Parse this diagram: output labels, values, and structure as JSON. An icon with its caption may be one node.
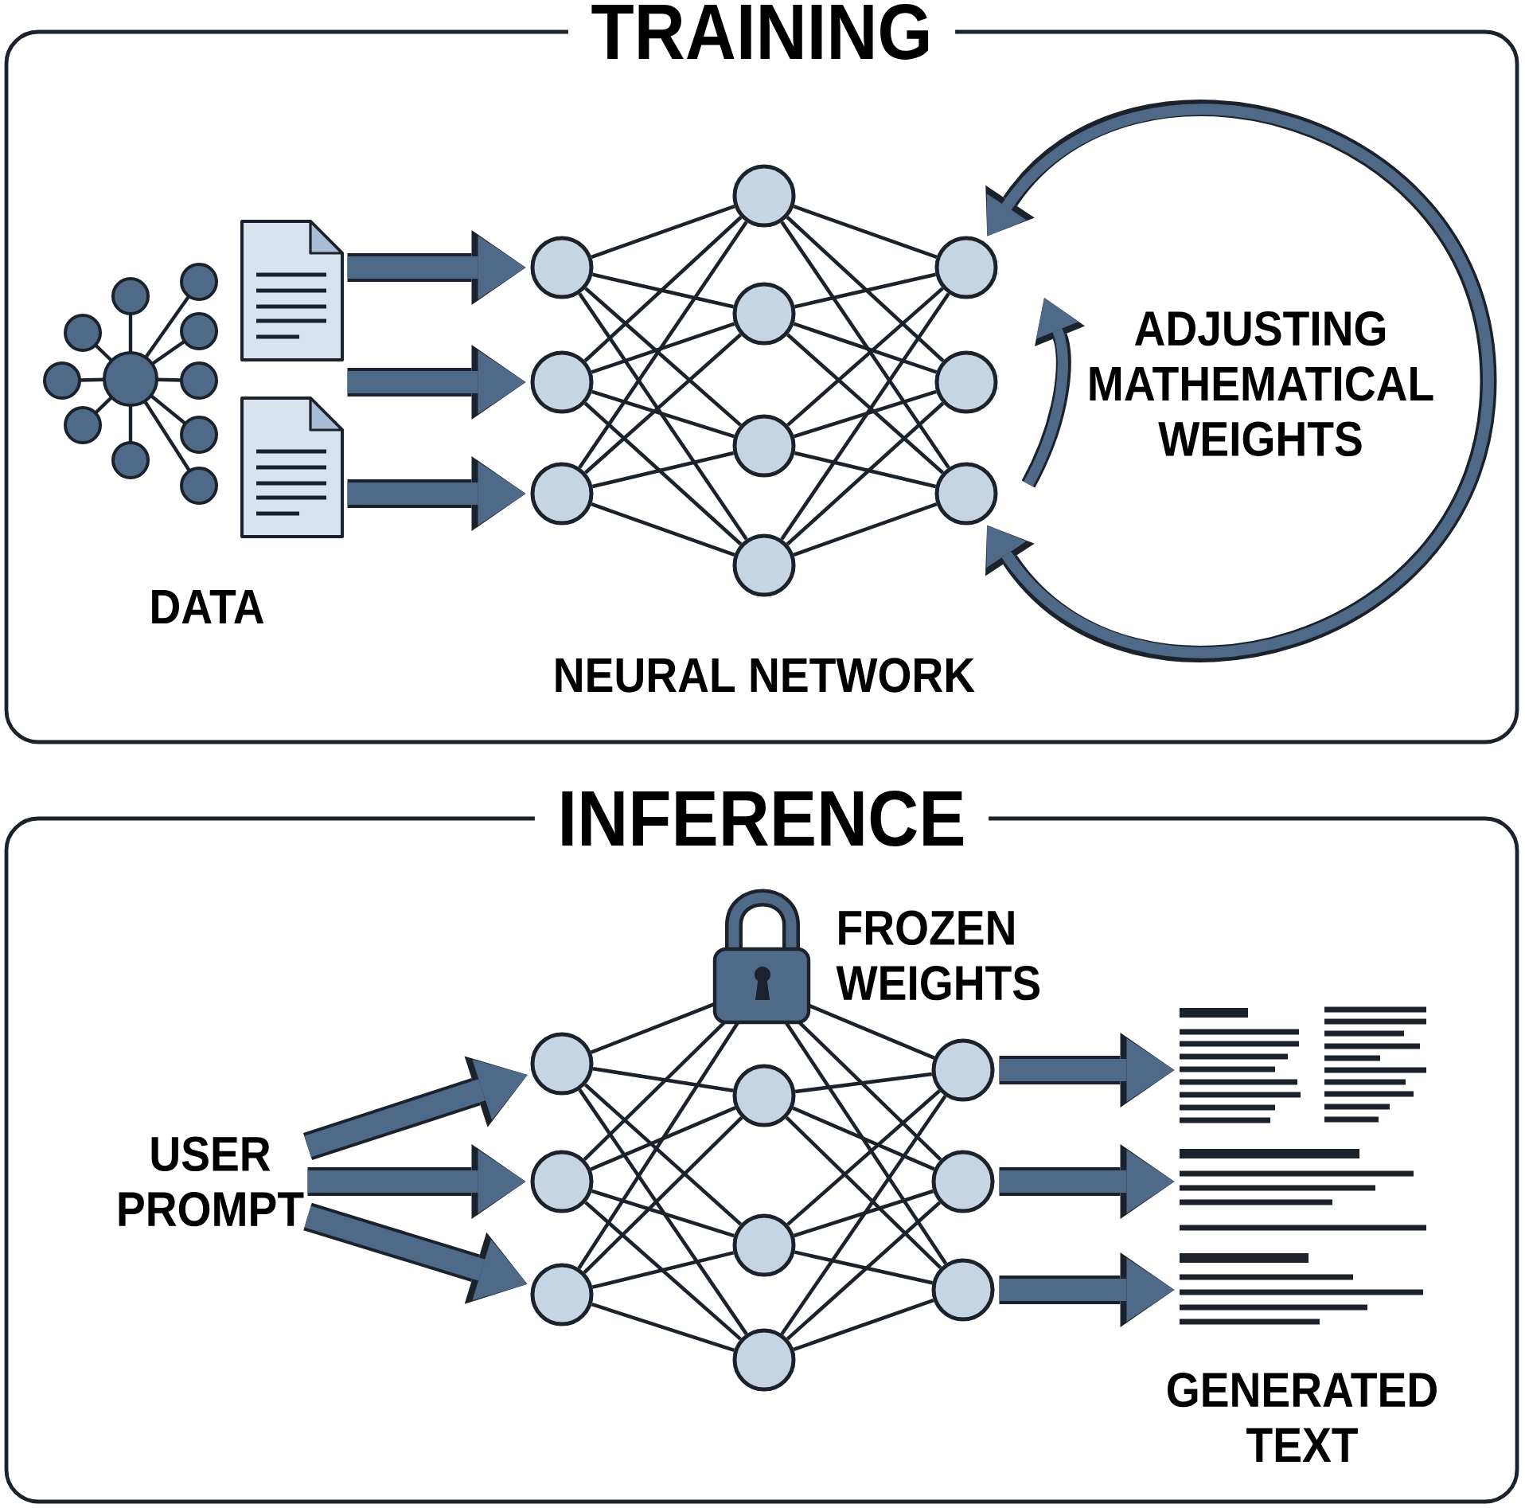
{
  "diagram": {
    "nodes": [
      {
        "text": [
          "TRAINING"
        ]
      },
      {
        "text": [
          "DATA"
        ],
        "in": 0
      },
      {
        "text": [],
        "shape": "circle",
        "in": 0
      },
      {
        "text": [],
        "shape": "circle",
        "in": 0
      },
      {
        "text": [],
        "shape": "circle",
        "in": 0
      },
      {
        "text": [],
        "shape": "circle",
        "in": 0
      },
      {
        "text": [],
        "shape": "circle",
        "in": 0
      },
      {
        "text": [],
        "shape": "circle",
        "in": 0
      },
      {
        "text": [],
        "shape": "circle",
        "in": 0
      },
      {
        "text": [],
        "shape": "circle",
        "in": 0
      },
      {
        "text": [],
        "shape": "circle",
        "in": 0
      },
      {
        "text": [],
        "shape": "circle",
        "in": 0
      },
      {
        "text": [
          "INFERENCE"
        ]
      },
      {
        "text": [
          "USER PROMPT"
        ],
        "in": 12
      },
      {
        "text": [],
        "shape": "circle",
        "in": 12
      },
      {
        "text": [],
        "shape": "circle",
        "in": 12
      },
      {
        "text": [],
        "shape": "circle",
        "in": 12
      },
      {
        "text": [
          "FROZEN WEIGHTS"
        ],
        "in": 12
      },
      {
        "text": [],
        "shape": "circle",
        "in": 12
      },
      {
        "text": [],
        "shape": "circle",
        "in": 12
      },
      {
        "text": [],
        "shape": "circle",
        "in": 12
      },
      {
        "text": [],
        "shape": "circle",
        "in": 12
      },
      {
        "text": [],
        "shape": "circle",
        "in": 12
      },
      {
        "text": [],
        "shape": "circle",
        "in": 12
      },
      {
        "text": [
          "GENERATED TEXT"
        ],
        "in": 12
      }
    ],
    "edges": [
      {
        "from": 1,
        "to": 2,
        "arrow": "to",
        "style": "thick",
        "color": "#4e6a88"
      },
      {
        "from": 1,
        "to": 3,
        "arrow": "to",
        "style": "thick",
        "color": "#4e6a88"
      },
      {
        "from": 1,
        "to": 4,
        "arrow": "to",
        "style": "thick",
        "color": "#4e6a88"
      },
      {
        "from": 2,
        "to": 5,
        "arrow": "none"
      },
      {
        "from": 2,
        "to": 6,
        "arrow": "none"
      },
      {
        "from": 2,
        "to": 7,
        "arrow": "none"
      },
      {
        "from": 2,
        "to": 8,
        "arrow": "none"
      },
      {
        "from": 3,
        "to": 5,
        "arrow": "none"
      },
      {
        "from": 3,
        "to": 6,
        "arrow": "none"
      },
      {
        "from": 3,
        "to": 7,
        "arrow": "none"
      },
      {
        "from": 3,
        "to": 8,
        "arrow": "none"
      },
      {
        "from": 4,
        "to": 5,
        "arrow": "none"
      },
      {
        "from": 4,
        "to": 6,
        "arrow": "none"
      },
      {
        "from": 4,
        "to": 7,
        "arrow": "none"
      },
      {
        "from": 4,
        "to": 8,
        "arrow": "none"
      },
      {
        "from": 5,
        "to": 9,
        "arrow": "none"
      },
      {
        "from": 5,
        "to": 10,
        "arrow": "none"
      },
      {
        "from": 5,
        "to": 11,
        "arrow": "none"
      },
      {
        "from": 6,
        "to": 9,
        "arrow": "none"
      },
      {
        "from": 6,
        "to": 10,
        "arrow": "none"
      },
      {
        "from": 6,
        "to": 11,
        "arrow": "none"
      },
      {
        "from": 7,
        "to": 9,
        "arrow": "none"
      },
      {
        "from": 7,
        "to": 10,
        "arrow": "none"
      },
      {
        "from": 7,
        "to": 11,
        "arrow": "none"
      },
      {
        "from": 8,
        "to": 9,
        "arrow": "none"
      },
      {
        "from": 8,
        "to": 10,
        "arrow": "none"
      },
      {
        "from": 8,
        "to": 11,
        "arrow": "none"
      },
      {
        "from": 11,
        "to": 9,
        "arrow": "both",
        "style": "thick",
        "color": "#4e6a88"
      },
      {
        "from": 13,
        "to": 14,
        "arrow": "to",
        "style": "thick",
        "color": "#4e6a88"
      },
      {
        "from": 13,
        "to": 15,
        "arrow": "to",
        "style": "thick",
        "color": "#4e6a88"
      },
      {
        "from": 13,
        "to": 16,
        "arrow": "to",
        "style": "thick",
        "color": "#4e6a88"
      },
      {
        "from": 14,
        "to": 17,
        "arrow": "none"
      },
      {
        "from": 14,
        "to": 18,
        "arrow": "none"
      },
      {
        "from": 14,
        "to": 19,
        "arrow": "none"
      },
      {
        "from": 14,
        "to": 20,
        "arrow": "none"
      },
      {
        "from": 15,
        "to": 17,
        "arrow": "none"
      },
      {
        "from": 15,
        "to": 18,
        "arrow": "none"
      },
      {
        "from": 15,
        "to": 19,
        "arrow": "none"
      },
      {
        "from": 15,
        "to": 20,
        "arrow": "none"
      },
      {
        "from": 16,
        "to": 17,
        "arrow": "none"
      },
      {
        "from": 16,
        "to": 18,
        "arrow": "none"
      },
      {
        "from": 16,
        "to": 19,
        "arrow": "none"
      },
      {
        "from": 16,
        "to": 20,
        "arrow": "none"
      },
      {
        "from": 17,
        "to": 21,
        "arrow": "none"
      },
      {
        "from": 17,
        "to": 22,
        "arrow": "none"
      },
      {
        "from": 17,
        "to": 23,
        "arrow": "none"
      },
      {
        "from": 18,
        "to": 21,
        "arrow": "none"
      },
      {
        "from": 18,
        "to": 22,
        "arrow": "none"
      },
      {
        "from": 18,
        "to": 23,
        "arrow": "none"
      },
      {
        "from": 19,
        "to": 21,
        "arrow": "none"
      },
      {
        "from": 19,
        "to": 22,
        "arrow": "none"
      },
      {
        "from": 19,
        "to": 23,
        "arrow": "none"
      },
      {
        "from": 20,
        "to": 21,
        "arrow": "none"
      },
      {
        "from": 20,
        "to": 22,
        "arrow": "none"
      },
      {
        "from": 20,
        "to": 23,
        "arrow": "none"
      },
      {
        "from": 21,
        "to": 24,
        "arrow": "to",
        "style": "thick",
        "color": "#4e6a88"
      },
      {
        "from": 22,
        "to": 24,
        "arrow": "to",
        "style": "thick",
        "color": "#4e6a88"
      },
      {
        "from": 23,
        "to": 24,
        "arrow": "to",
        "style": "thick",
        "color": "#4e6a88"
      }
    ],
    "labels": [
      "NEURAL NETWORK",
      "ADJUSTING MATHEMATICAL WEIGHTS"
    ]
  }
}
